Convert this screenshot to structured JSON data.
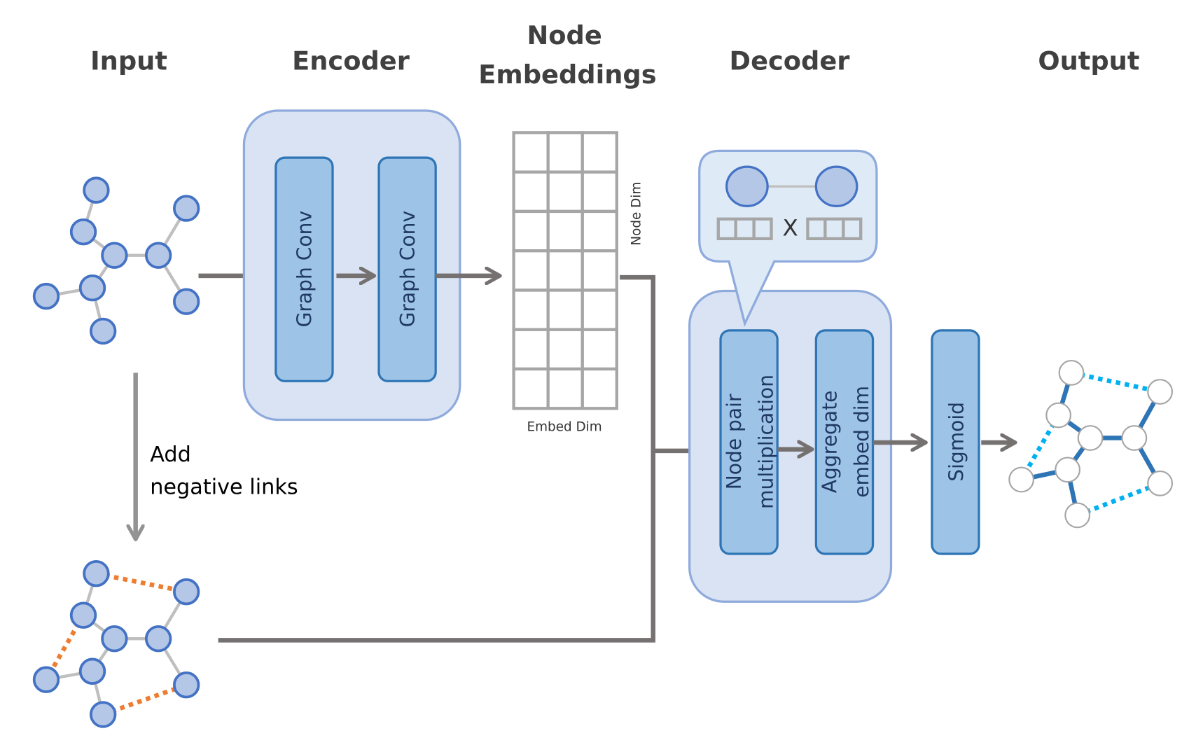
{
  "headers": {
    "input": "Input",
    "encoder": "Encoder",
    "embeddings_line1": "Node",
    "embeddings_line2": "Embeddings",
    "decoder": "Decoder",
    "output": "Output"
  },
  "encoder": {
    "layers": [
      "Graph Conv",
      "Graph Conv"
    ]
  },
  "embeddings": {
    "rows": 7,
    "cols": 3,
    "node_dim_label": "Node Dim",
    "embed_dim_label": "Embed Dim"
  },
  "decoder": {
    "blocks": [
      {
        "line1": "Node pair",
        "line2": "multiplication"
      },
      {
        "line1": "Aggregate",
        "line2": "embed dim"
      }
    ],
    "callout_operator": "X"
  },
  "sigmoid": "Sigmoid",
  "negative_links": {
    "line1": "Add",
    "line2": "negative links"
  },
  "colors": {
    "node_fill": "#b4c7e7",
    "node_stroke": "#4472c4",
    "edge": "#bfbfbf",
    "negative_edge": "#ed7d31",
    "predicted_edge": "#00b0f0",
    "positive_edge": "#2e75b6",
    "container_fill": "#dae3f3",
    "container_stroke": "#8faadc",
    "block_fill": "#9dc3e6",
    "block_stroke": "#2e75b6",
    "arrow": "#767171"
  }
}
